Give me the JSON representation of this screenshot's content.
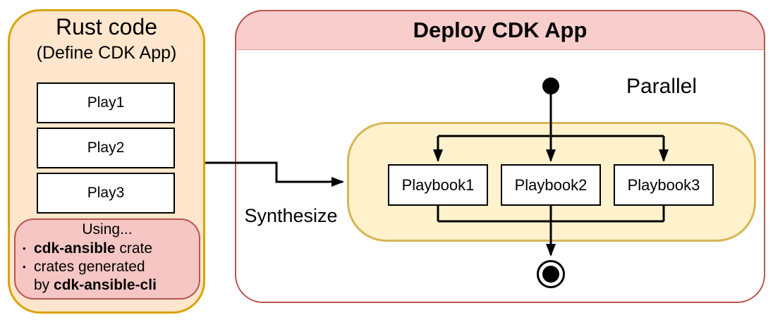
{
  "colors": {
    "orange_fill": "#FFE6CC",
    "orange_stroke": "#D9A300",
    "pink_fill": "#F8CECC",
    "pink_stroke": "#B85450",
    "inner_pink_fill": "#F5C6C3",
    "yellow_fill": "#FFF2CC",
    "yellow_stroke": "#D6B656",
    "line_color": "#000000"
  },
  "rust_panel": {
    "title": "Rust code",
    "subtitle": "(Define CDK App)",
    "plays": [
      "Play1",
      "Play2",
      "Play3"
    ],
    "using": {
      "title": "Using...",
      "bullet": "•",
      "item1_bold": "cdk-ansible",
      "item1_rest": " crate",
      "item2": "crates generated",
      "item3_pre": "by ",
      "item3_bold": "cdk-ansible-cli"
    }
  },
  "deploy_panel": {
    "title": "Deploy CDK App",
    "parallel_label": "Parallel",
    "synthesize_label": "Synthesize",
    "playbooks": [
      "Playbook1",
      "Playbook2",
      "Playbook3"
    ]
  }
}
